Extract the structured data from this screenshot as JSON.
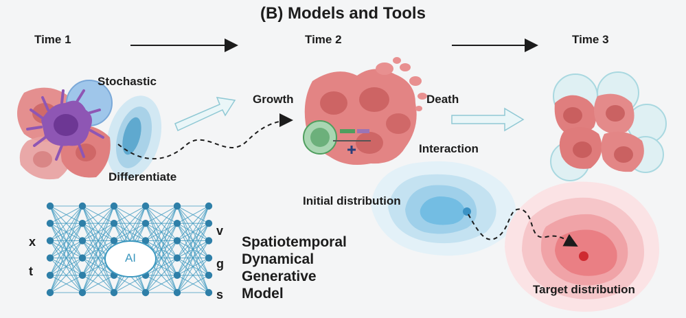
{
  "title": "(B) Models and Tools",
  "timeline": {
    "t1": "Time 1",
    "t2": "Time 2",
    "t3": "Time 3"
  },
  "labels": {
    "stochastic": "Stochastic",
    "differentiate": "Differentiate",
    "growth": "Growth",
    "death": "Death",
    "interaction": "Interaction",
    "initial": "Initial distribution",
    "target": "Target distribution"
  },
  "network": {
    "inputs": [
      "x",
      "t"
    ],
    "outputs": [
      "v",
      "g",
      "s"
    ],
    "core": "AI"
  },
  "model_text": [
    "Spatiotemporal",
    "Dynamical",
    "Generative",
    "Model"
  ],
  "colors": {
    "cell": "#e07a7a",
    "cell_dark": "#c25555",
    "nucleus": "#b94a4a",
    "purple_cell": "#8e56b4",
    "blue": "#4fa3cf",
    "network": "#3d98bf",
    "node": "#2e7fa8",
    "red_target": "#e24a4a"
  }
}
